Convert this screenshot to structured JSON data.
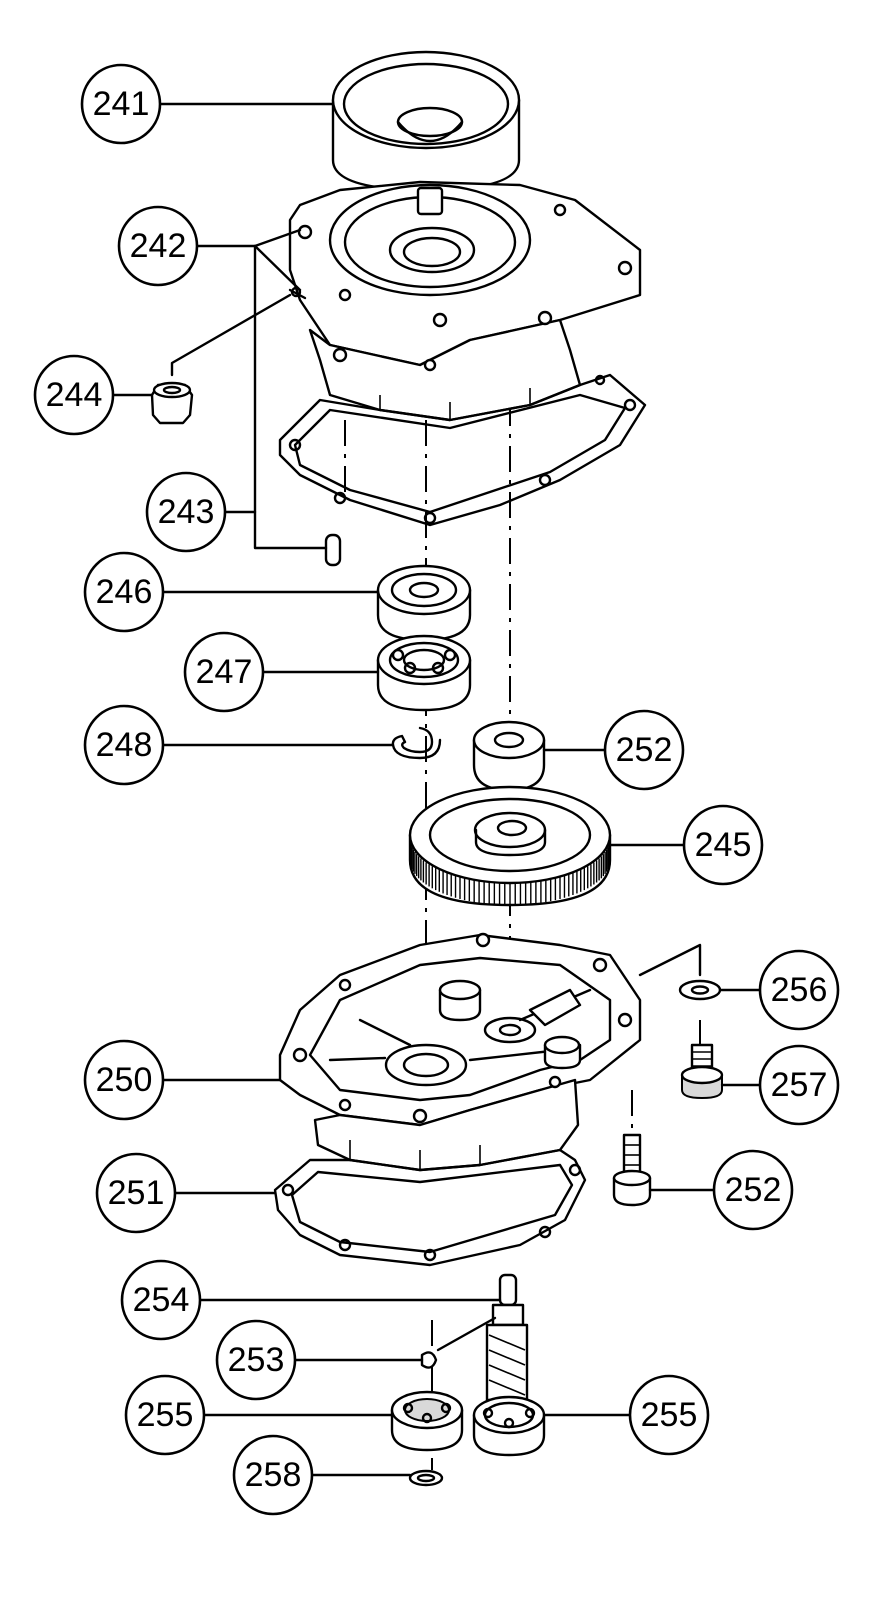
{
  "callouts": [
    {
      "id": "c241",
      "label": "241"
    },
    {
      "id": "c242",
      "label": "242"
    },
    {
      "id": "c244",
      "label": "244"
    },
    {
      "id": "c243",
      "label": "243"
    },
    {
      "id": "c246",
      "label": "246"
    },
    {
      "id": "c247",
      "label": "247"
    },
    {
      "id": "c248",
      "label": "248"
    },
    {
      "id": "c252a",
      "label": "252"
    },
    {
      "id": "c245",
      "label": "245"
    },
    {
      "id": "c256",
      "label": "256"
    },
    {
      "id": "c250",
      "label": "250"
    },
    {
      "id": "c257",
      "label": "257"
    },
    {
      "id": "c251",
      "label": "251"
    },
    {
      "id": "c252b",
      "label": "252"
    },
    {
      "id": "c254",
      "label": "254"
    },
    {
      "id": "c253",
      "label": "253"
    },
    {
      "id": "c255a",
      "label": "255"
    },
    {
      "id": "c255b",
      "label": "255"
    },
    {
      "id": "c258",
      "label": "258"
    }
  ]
}
